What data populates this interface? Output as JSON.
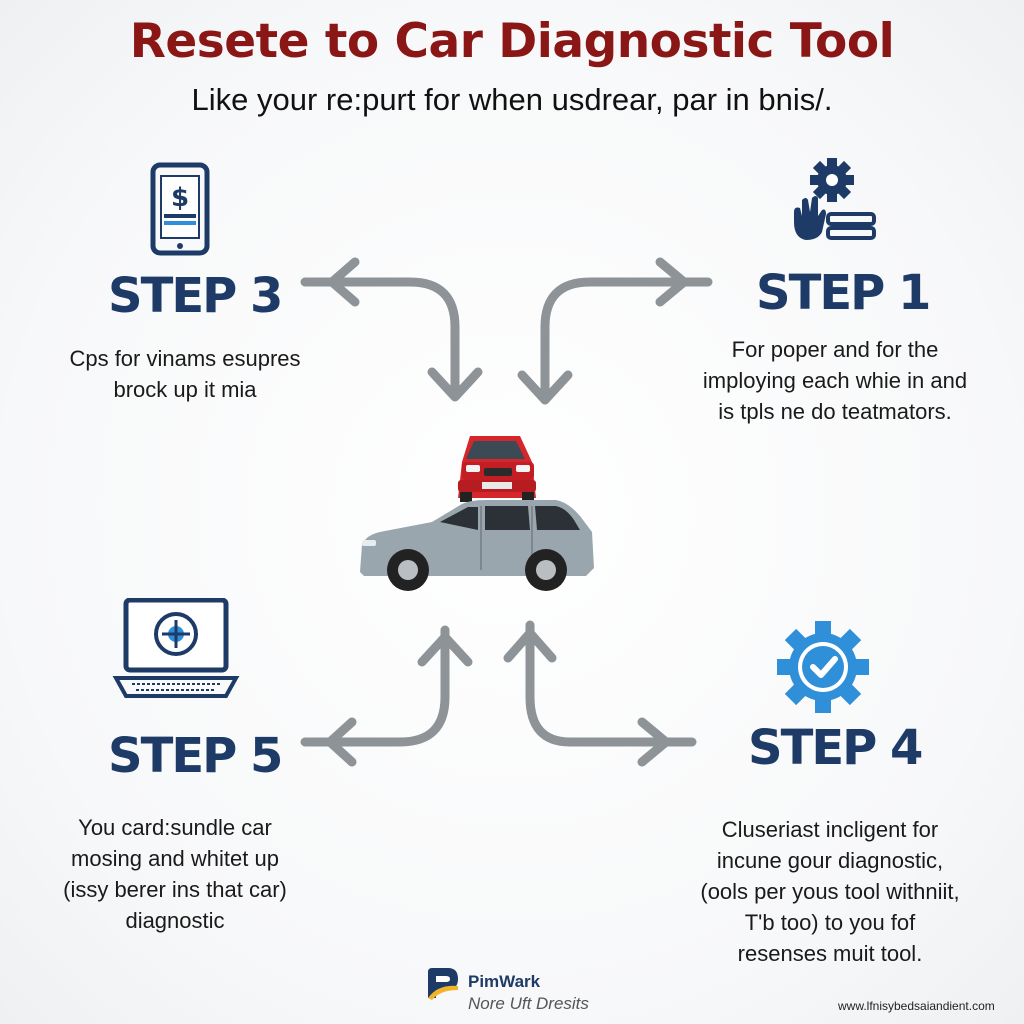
{
  "header": {
    "title": "Resete to Car Diagnostic Tool",
    "subtitle": "Like your re:purt for when usdrear, par in bnis/."
  },
  "steps": [
    {
      "label": "STEP 3",
      "icon": "smartphone-dollar-icon",
      "lines": [
        "Cps for vinams esupres",
        "brock up it mia"
      ]
    },
    {
      "label": "STEP 1",
      "icon": "gear-hand-icon",
      "lines": [
        "For poper and for the",
        "imploying each whie in and",
        "is tpls ne do teatmators."
      ]
    },
    {
      "label": "STEP 5",
      "icon": "laptop-icon",
      "lines": [
        "You card:sundle car",
        "mosing and whitet up",
        "(issy berer ins that car)",
        "diagnostic"
      ]
    },
    {
      "label": "STEP 4",
      "icon": "gear-check-icon",
      "lines": [
        "Cluseriast incligent for",
        "incune gour diagnostic,",
        "(ools per yous tool withniit,",
        "T'b too) to you fof",
        "resenses muit tool."
      ]
    }
  ],
  "footer": {
    "brand_name": "PimWark",
    "brand_tagline": "Nore Uft Dresits",
    "site": "www.lfnisybedsaiandient.com"
  },
  "colors": {
    "title": "#8a1616",
    "step_label": "#1d3b66",
    "icon_navy": "#1d3b66",
    "icon_blue": "#2f8fd8",
    "arrow_gray": "#8d9396",
    "car_gray": "#9aa6ad",
    "car_red": "#d5262b"
  }
}
